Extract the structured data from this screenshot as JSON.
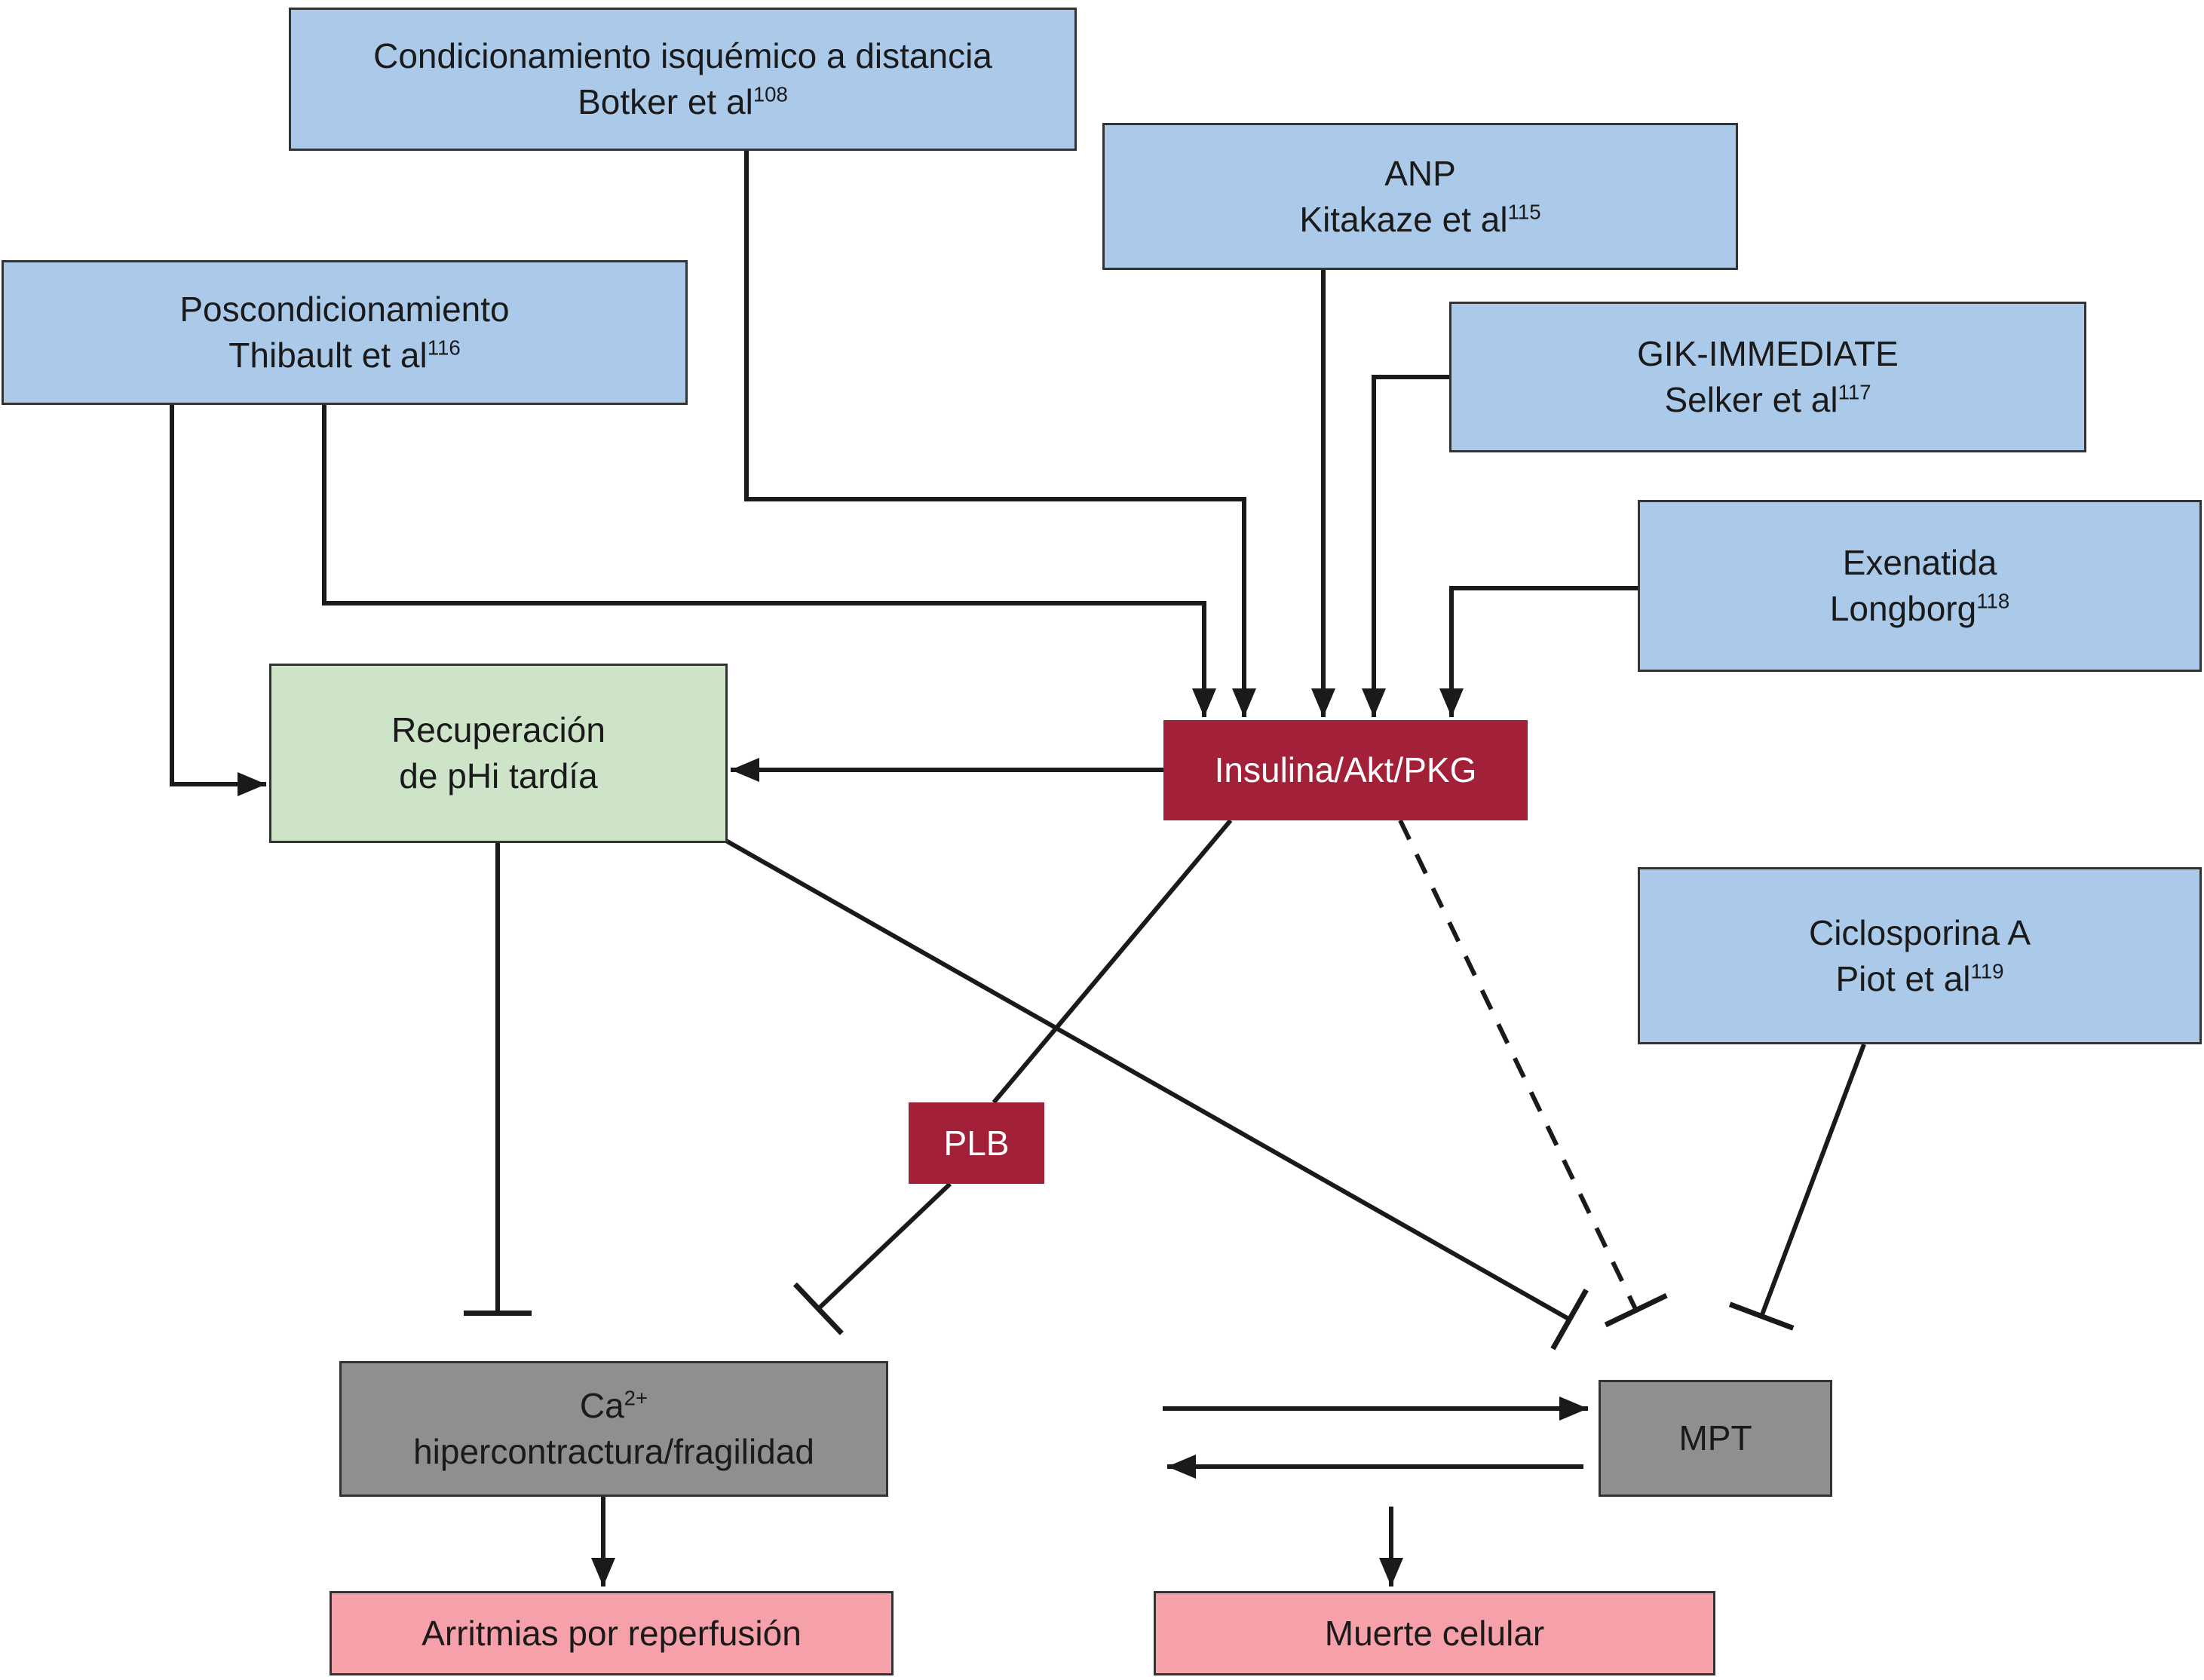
{
  "diagram": {
    "boxes": {
      "remote_conditioning": {
        "line1": "Condicionamiento isquémico a distancia",
        "author": "Botker et al",
        "ref": "108"
      },
      "anp": {
        "line1": "ANP",
        "author": "Kitakaze et al",
        "ref": "115"
      },
      "postconditioning": {
        "line1": "Poscondicionamiento",
        "author": "Thibault et al",
        "ref": "116"
      },
      "gik_immediate": {
        "line1": "GIK-IMMEDIATE",
        "author": "Selker et al",
        "ref": "117"
      },
      "exenatide": {
        "line1": "Exenatida",
        "author": "Longborg",
        "ref": "118"
      },
      "cyclosporine_a": {
        "line1": "Ciclosporina A",
        "author": "Piot et al",
        "ref": "119"
      },
      "phi_recovery": {
        "line1": "Recuperación",
        "line2": "de pHi tardía"
      },
      "insulin_akt_pkg": {
        "label": "Insulina/Akt/PKG"
      },
      "plb": {
        "label": "PLB"
      },
      "calcium": {
        "base": "Ca",
        "sup": "2+",
        "line2": "hipercontractura/fragilidad"
      },
      "mpt": {
        "label": "MPT"
      },
      "reperfusion_arrhythmias": {
        "label": "Arritmias por reperfusión"
      },
      "cell_death": {
        "label": "Muerte celular"
      }
    },
    "colors": {
      "trial_blue": "#abc9e9",
      "recovery_green": "#cde4c8",
      "signaling_red": "#a32039",
      "state_gray": "#8f8f92",
      "outcome_pink": "#f6a1aa",
      "line_black": "#1a1a1a"
    },
    "edges": [
      {
        "from": "remote_conditioning",
        "to": "insulin_akt_pkg",
        "type": "arrow"
      },
      {
        "from": "anp",
        "to": "insulin_akt_pkg",
        "type": "arrow"
      },
      {
        "from": "postconditioning",
        "to": "insulin_akt_pkg",
        "type": "arrow"
      },
      {
        "from": "postconditioning",
        "to": "phi_recovery",
        "type": "arrow"
      },
      {
        "from": "gik_immediate",
        "to": "insulin_akt_pkg",
        "type": "arrow"
      },
      {
        "from": "exenatide",
        "to": "insulin_akt_pkg",
        "type": "arrow"
      },
      {
        "from": "insulin_akt_pkg",
        "to": "phi_recovery",
        "type": "arrow"
      },
      {
        "from": "insulin_akt_pkg",
        "to": "plb",
        "type": "line"
      },
      {
        "from": "plb",
        "to": "calcium",
        "type": "inhibition"
      },
      {
        "from": "phi_recovery",
        "to": "calcium",
        "type": "inhibition"
      },
      {
        "from": "phi_recovery",
        "to": "mpt",
        "type": "inhibition"
      },
      {
        "from": "insulin_akt_pkg",
        "to": "mpt",
        "type": "inhibition-dashed"
      },
      {
        "from": "cyclosporine_a",
        "to": "mpt",
        "type": "inhibition"
      },
      {
        "from": "calcium",
        "to": "reperfusion_arrhythmias",
        "type": "arrow"
      },
      {
        "from": "calcium",
        "to": "mpt",
        "type": "arrow"
      },
      {
        "from": "mpt",
        "to": "calcium",
        "type": "arrow"
      },
      {
        "from": "mpt",
        "to": "cell_death",
        "type": "arrow"
      }
    ]
  }
}
